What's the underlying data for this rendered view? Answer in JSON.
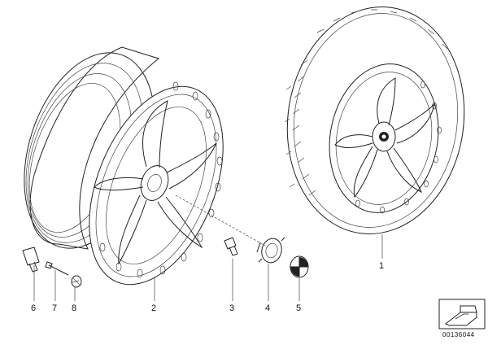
{
  "diagram": {
    "callouts": [
      "1",
      "2",
      "3",
      "4",
      "5",
      "6",
      "7",
      "8"
    ],
    "reference": "00136044"
  }
}
